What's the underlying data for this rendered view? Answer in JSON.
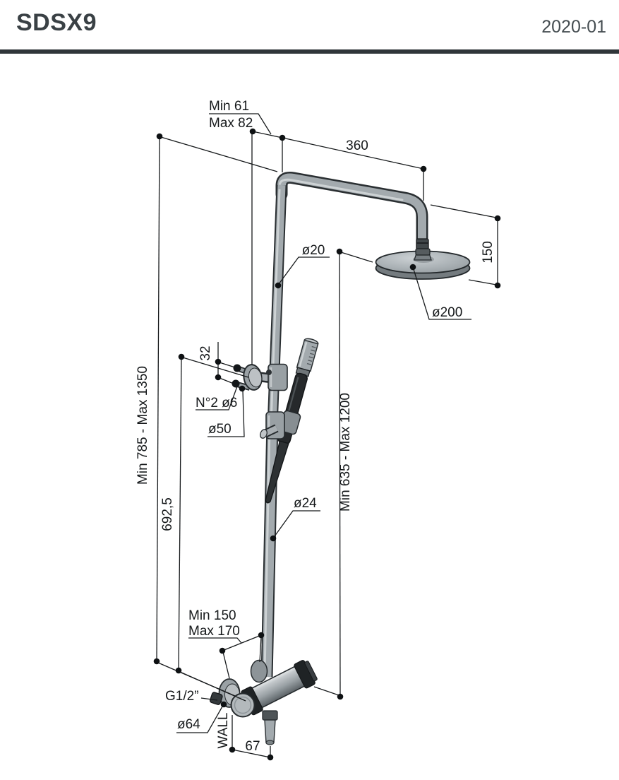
{
  "header": {
    "title": "SDSX9",
    "revision": "2020-01"
  },
  "diagram": {
    "dimensions": {
      "wall_offset_min": "Min 61",
      "wall_offset_max": "Max 82",
      "arm_length": "360",
      "head_drop": "150",
      "riser_upper_diameter": "ø20",
      "head_diameter": "ø200",
      "bracket_screw_spacing": "32",
      "bracket_screws": "N°2 ø6",
      "flange_diameter": "ø50",
      "overall_height": "Min 785 - Max 1350",
      "bracket_height": "692,5",
      "handset_column_height": "Min 635 - Max 1200",
      "riser_lower_diameter": "ø24",
      "inlet_spacing_min": "Min 150",
      "inlet_spacing_max": "Max 170",
      "inlet_thread": "G1/2”",
      "valve_trim_diameter": "ø64",
      "wall_label": "WALL",
      "hose_offset": "67"
    }
  }
}
